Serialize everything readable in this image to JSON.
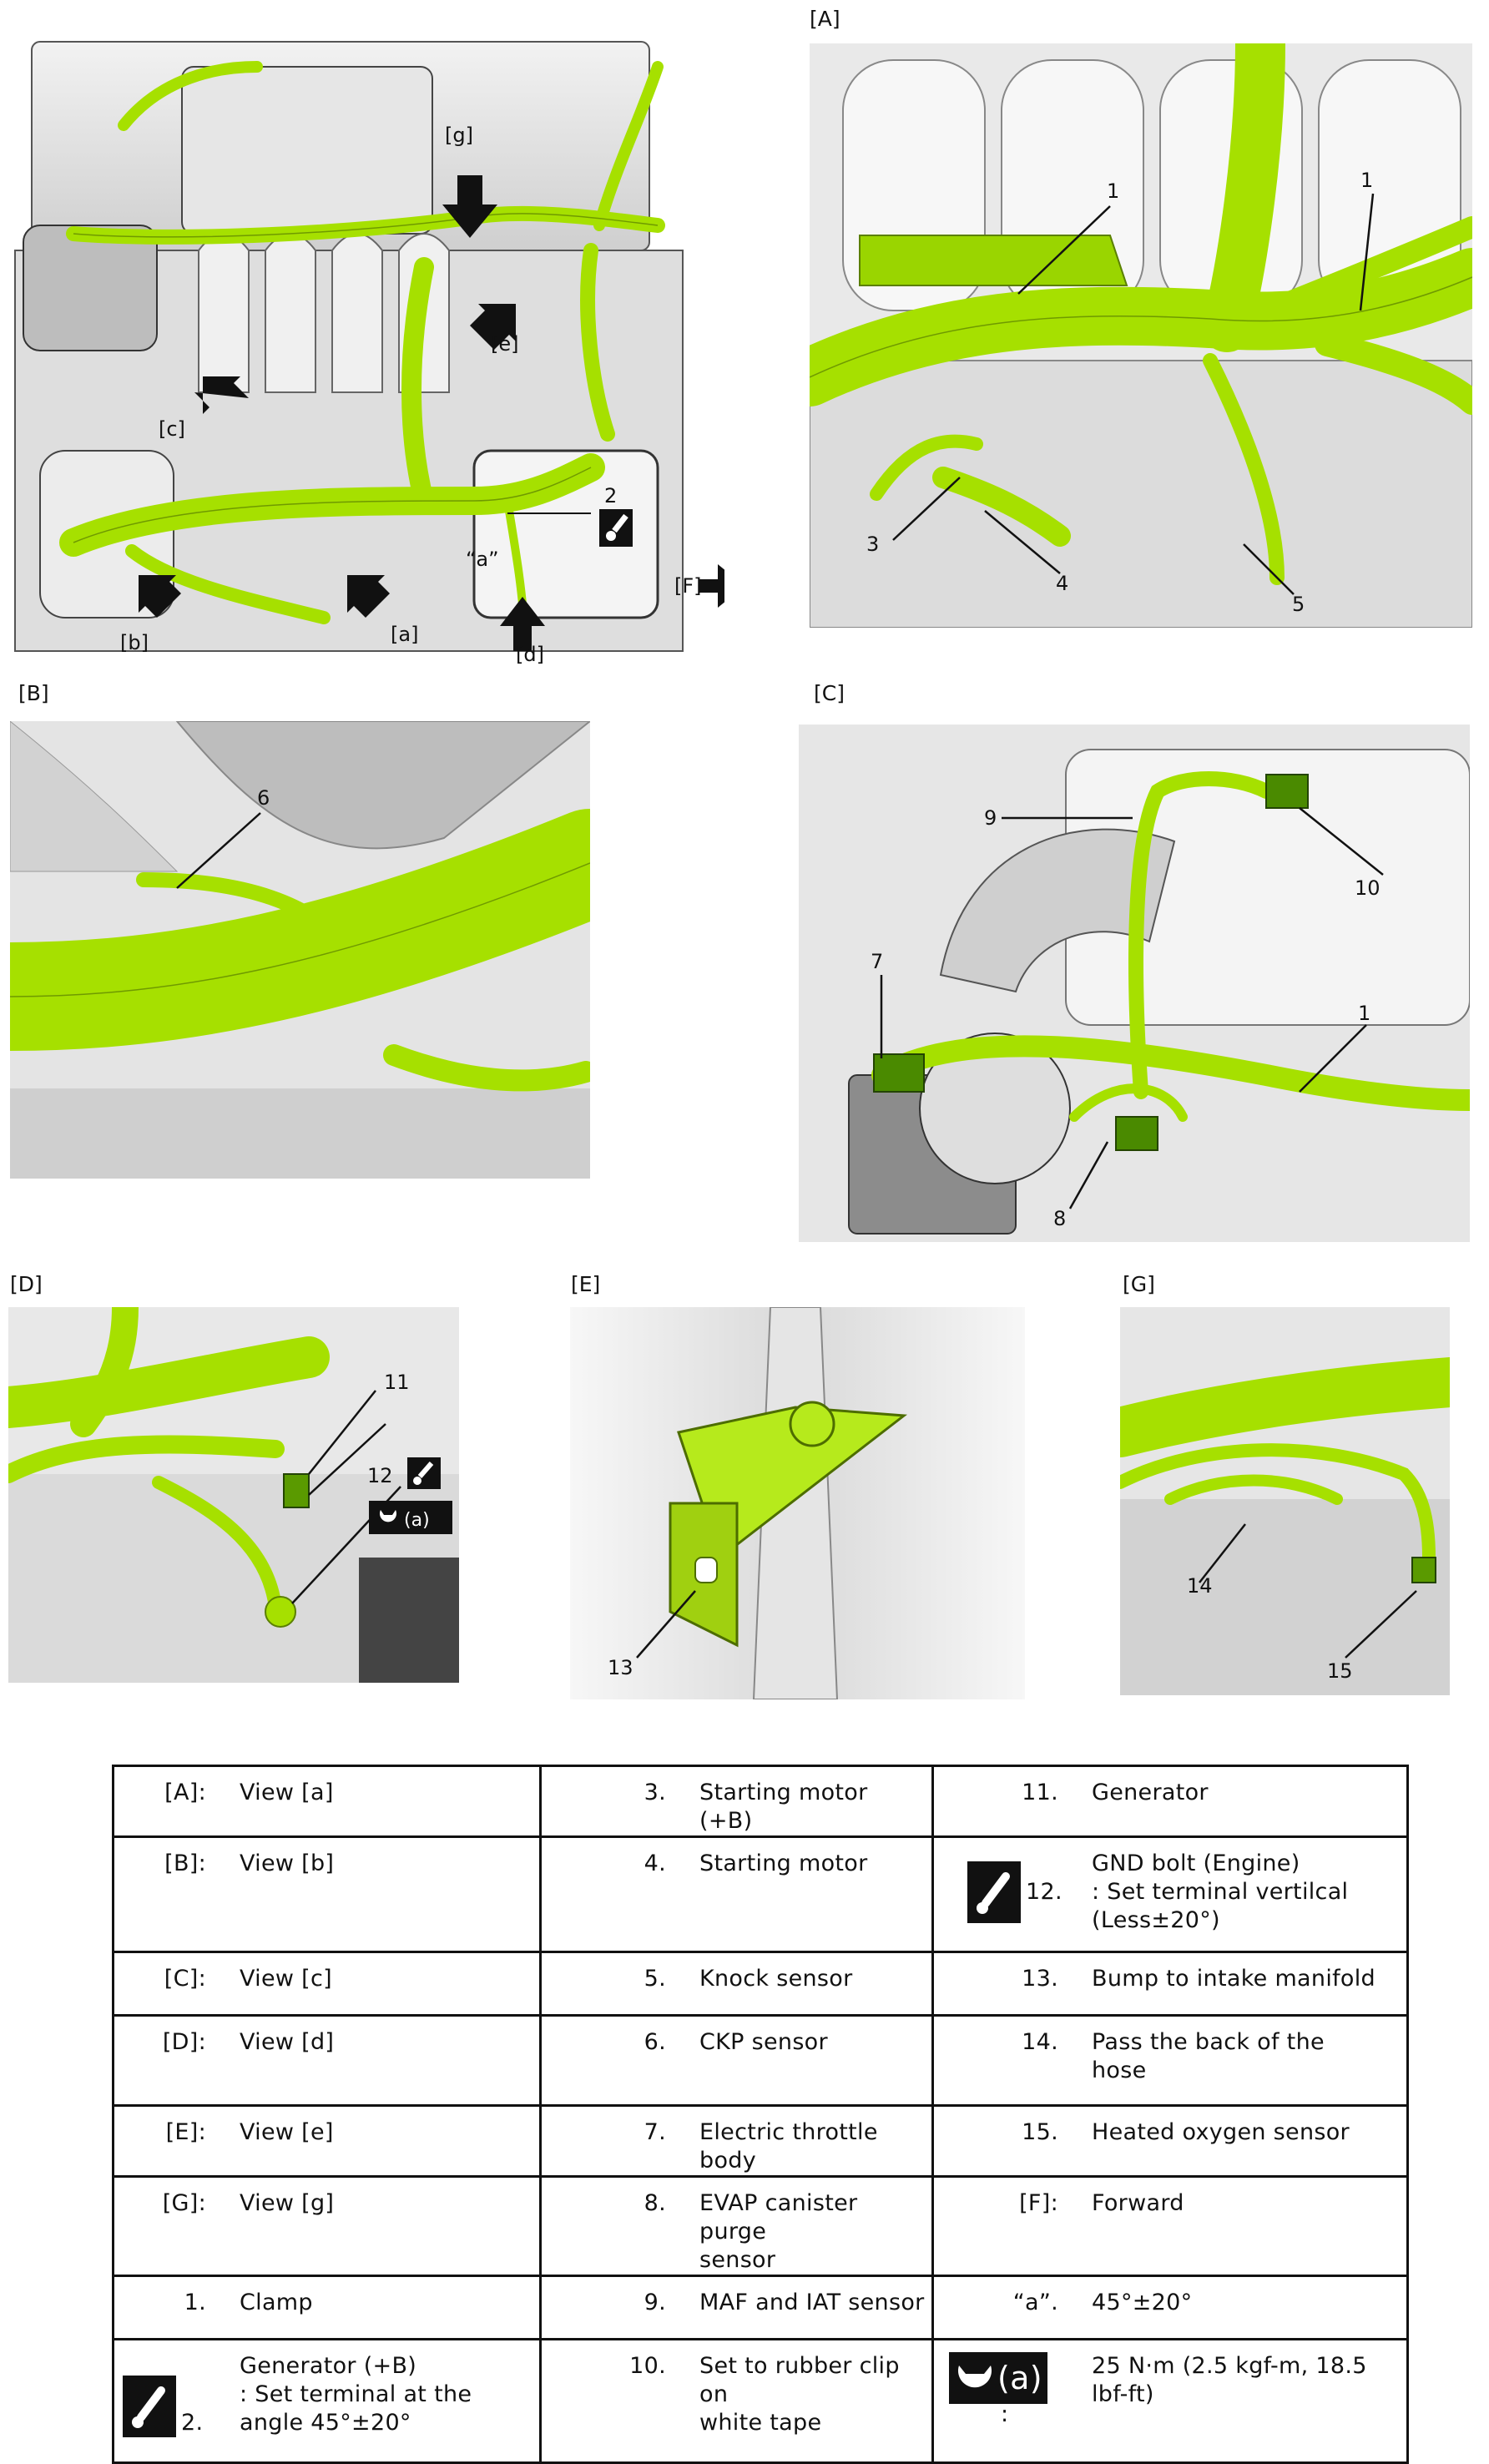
{
  "views": {
    "main": {
      "callouts": {
        "g": "[g]",
        "e": "[e]",
        "c": "[c]",
        "b": "[b]",
        "a": "[a]",
        "d": "[d]",
        "a_angle": "“a”",
        "num2": "2",
        "f": "[F]"
      }
    },
    "A": {
      "label": "[A]",
      "callouts": [
        "1",
        "1",
        "3",
        "4",
        "5"
      ]
    },
    "B": {
      "label": "[B]",
      "callouts": [
        "6"
      ]
    },
    "C": {
      "label": "[C]",
      "callouts": [
        "9",
        "10",
        "7",
        "1",
        "8"
      ]
    },
    "D": {
      "label": "[D]",
      "callouts": [
        "11",
        "12"
      ],
      "torque_mark": "(a)"
    },
    "E": {
      "label": "[E]",
      "callouts": [
        "13"
      ]
    },
    "G": {
      "label": "[G]",
      "callouts": [
        "14",
        "15"
      ]
    }
  },
  "legend": {
    "rows": [
      [
        {
          "num": "[A]:",
          "text": "View [a]"
        },
        {
          "num": "3.",
          "text": "Starting motor (+B)"
        },
        {
          "num": "11.",
          "text": "Generator"
        }
      ],
      [
        {
          "num": "[B]:",
          "text": "View [b]"
        },
        {
          "num": "4.",
          "text": "Starting motor"
        },
        {
          "num": "12.",
          "lines": [
            "GND bolt (Engine)",
            ": Set terminal vertilcal",
            "(Less±20°)"
          ],
          "icon": "terminal-set-icon"
        }
      ],
      [
        {
          "num": "[C]:",
          "text": "View [c]"
        },
        {
          "num": "5.",
          "text": "Knock sensor"
        },
        {
          "num": "13.",
          "text": "Bump to intake manifold"
        }
      ],
      [
        {
          "num": "[D]:",
          "text": "View [d]"
        },
        {
          "num": "6.",
          "text": "CKP sensor"
        },
        {
          "num": "14.",
          "lines": [
            "Pass the back of the",
            "hose"
          ]
        }
      ],
      [
        {
          "num": "[E]:",
          "text": "View [e]"
        },
        {
          "num": "7.",
          "text": "Electric throttle body"
        },
        {
          "num": "15.",
          "text": "Heated oxygen sensor"
        }
      ],
      [
        {
          "num": "[G]:",
          "text": "View [g]"
        },
        {
          "num": "8.",
          "lines": [
            "EVAP canister purge",
            "sensor"
          ]
        },
        {
          "num": "[F]:",
          "text": "Forward"
        }
      ],
      [
        {
          "num": "1.",
          "text": "Clamp"
        },
        {
          "num": "9.",
          "text": "MAF and IAT sensor"
        },
        {
          "num": "“a”.",
          "text": "45°±20°"
        }
      ],
      [
        {
          "num": "2.",
          "lines": [
            "Generator (+B)",
            ": Set terminal at the",
            "angle 45°±20°"
          ],
          "icon": "terminal-set-icon"
        },
        {
          "num": "10.",
          "lines": [
            "Set to rubber clip on",
            "white tape"
          ]
        },
        {
          "num": ":",
          "lines": [
            "25 N·m (2.5 kgf-m, 18.5",
            "lbf-ft)"
          ],
          "icon": "torque-wrench-icon",
          "icon_text": "(a)"
        }
      ]
    ]
  }
}
